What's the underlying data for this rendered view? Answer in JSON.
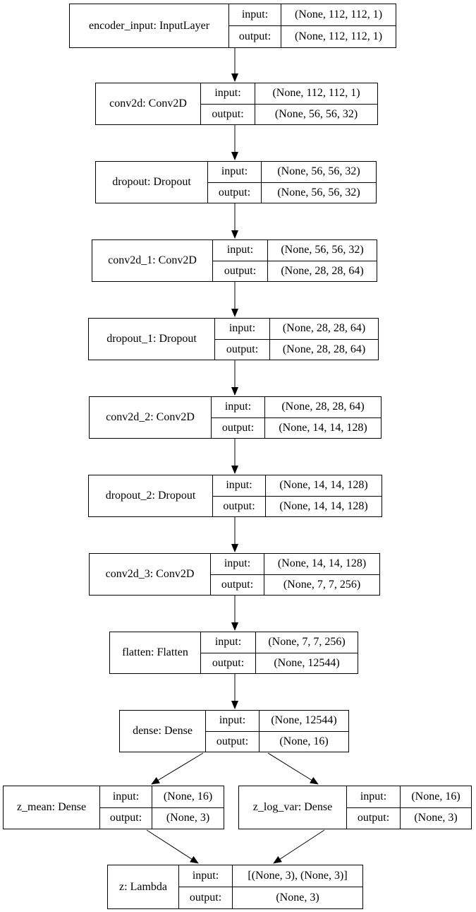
{
  "diagram_type": "keras-model-plot",
  "colors": {
    "background": "#ffffff",
    "node_border": "#000000",
    "text": "#000000",
    "arrow": "#000000"
  },
  "labels": {
    "input": "input:",
    "output": "output:"
  },
  "nodes": [
    {
      "id": "encoder_input",
      "name": "encoder_input: InputLayer",
      "input": "(None, 112, 112, 1)",
      "output": "(None, 112, 112, 1)"
    },
    {
      "id": "conv2d",
      "name": "conv2d: Conv2D",
      "input": "(None, 112, 112, 1)",
      "output": "(None, 56, 56, 32)"
    },
    {
      "id": "dropout",
      "name": "dropout: Dropout",
      "input": "(None, 56, 56, 32)",
      "output": "(None, 56, 56, 32)"
    },
    {
      "id": "conv2d_1",
      "name": "conv2d_1: Conv2D",
      "input": "(None, 56, 56, 32)",
      "output": "(None, 28, 28, 64)"
    },
    {
      "id": "dropout_1",
      "name": "dropout_1: Dropout",
      "input": "(None, 28, 28, 64)",
      "output": "(None, 28, 28, 64)"
    },
    {
      "id": "conv2d_2",
      "name": "conv2d_2: Conv2D",
      "input": "(None, 28, 28, 64)",
      "output": "(None, 14, 14, 128)"
    },
    {
      "id": "dropout_2",
      "name": "dropout_2: Dropout",
      "input": "(None, 14, 14, 128)",
      "output": "(None, 14, 14, 128)"
    },
    {
      "id": "conv2d_3",
      "name": "conv2d_3: Conv2D",
      "input": "(None, 14, 14, 128)",
      "output": "(None, 7, 7, 256)"
    },
    {
      "id": "flatten",
      "name": "flatten: Flatten",
      "input": "(None, 7, 7, 256)",
      "output": "(None, 12544)"
    },
    {
      "id": "dense",
      "name": "dense: Dense",
      "input": "(None, 12544)",
      "output": "(None, 16)"
    },
    {
      "id": "z_mean",
      "name": "z_mean: Dense",
      "input": "(None, 16)",
      "output": "(None, 3)"
    },
    {
      "id": "z_log_var",
      "name": "z_log_var: Dense",
      "input": "(None, 16)",
      "output": "(None, 3)"
    },
    {
      "id": "z",
      "name": "z: Lambda",
      "input": "[(None, 3), (None, 3)]",
      "output": "(None, 3)"
    }
  ],
  "edges": [
    {
      "from": "encoder_input",
      "to": "conv2d"
    },
    {
      "from": "conv2d",
      "to": "dropout"
    },
    {
      "from": "dropout",
      "to": "conv2d_1"
    },
    {
      "from": "conv2d_1",
      "to": "dropout_1"
    },
    {
      "from": "dropout_1",
      "to": "conv2d_2"
    },
    {
      "from": "conv2d_2",
      "to": "dropout_2"
    },
    {
      "from": "dropout_2",
      "to": "conv2d_3"
    },
    {
      "from": "conv2d_3",
      "to": "flatten"
    },
    {
      "from": "flatten",
      "to": "dense"
    },
    {
      "from": "dense",
      "to": "z_mean"
    },
    {
      "from": "dense",
      "to": "z_log_var"
    },
    {
      "from": "z_mean",
      "to": "z"
    },
    {
      "from": "z_log_var",
      "to": "z"
    }
  ]
}
